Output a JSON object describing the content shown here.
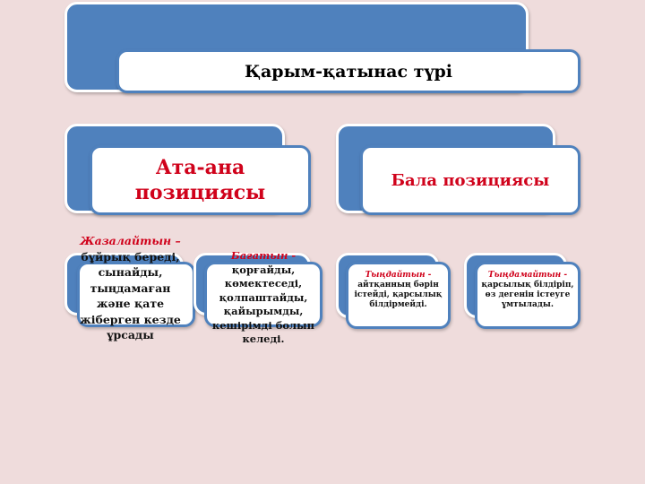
{
  "title": "Қарым-қатынас түрі",
  "parent": "Ата-ана позициясы",
  "child": "Бала позициясы",
  "colors": {
    "blue": "#4f81bd",
    "red": "#d0021b",
    "background": "#efdcdc"
  },
  "boxes": [
    {
      "term": "Жазалайтын –",
      "text": "бұйрық береді, сынайды, тыңдамаған және қате жіберген кезде ұрсады"
    },
    {
      "term": "Бағатын -",
      "text": "қорғайды, көмектеседі, қолпаштайды, қайырымды, кешірімді болып келеді."
    },
    {
      "term": "Тыңдайтын -",
      "text": "айтқанның бәрін істейді, қарсылық білдірмейді."
    },
    {
      "term": "Тыңдамайтын -",
      "text": "қарсылық білдіріп, өз дегенін істеуге ұмтылады."
    }
  ]
}
